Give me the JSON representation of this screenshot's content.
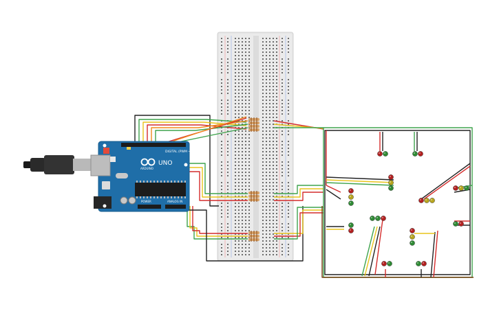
{
  "board": {
    "model_label": "UNO",
    "brand_label": "ARDUINO",
    "digital_label": "DIGITAL (PWM ~)",
    "power_label": "POWER",
    "analog_label": "ANALOG IN"
  },
  "colors": {
    "board": "#1f6ea8",
    "breadboard": "#e6e6e6",
    "wire_red": "#d42b2b",
    "wire_green": "#3fa34d",
    "wire_yellow": "#e8c31a",
    "wire_orange": "#f08a1d",
    "wire_black": "#222222",
    "wire_brown": "#7a3e12",
    "led_red": "#b32020",
    "led_green": "#2e8a34",
    "led_yellow": "#b7a51e"
  },
  "traffic_lights": [
    {
      "id": "north-left",
      "lights": [
        "red",
        "green"
      ]
    },
    {
      "id": "north-right",
      "lights": [
        "green",
        "red"
      ]
    },
    {
      "id": "west-top",
      "lights": [
        "red",
        "yellow",
        "green"
      ]
    },
    {
      "id": "east-top",
      "lights": [
        "red",
        "yellow",
        "green"
      ]
    },
    {
      "id": "center-top",
      "lights": [
        "red",
        "yellow",
        "green"
      ]
    },
    {
      "id": "west-bottom",
      "lights": [
        "green",
        "red"
      ]
    },
    {
      "id": "center",
      "lights": [
        "green",
        "green",
        "red"
      ]
    },
    {
      "id": "center-right",
      "lights": [
        "red",
        "yellow",
        "green"
      ]
    },
    {
      "id": "east-bottom",
      "lights": [
        "green",
        "red"
      ]
    },
    {
      "id": "south-left",
      "lights": [
        "red",
        "green"
      ]
    },
    {
      "id": "south-right",
      "lights": [
        "green",
        "red"
      ]
    }
  ]
}
